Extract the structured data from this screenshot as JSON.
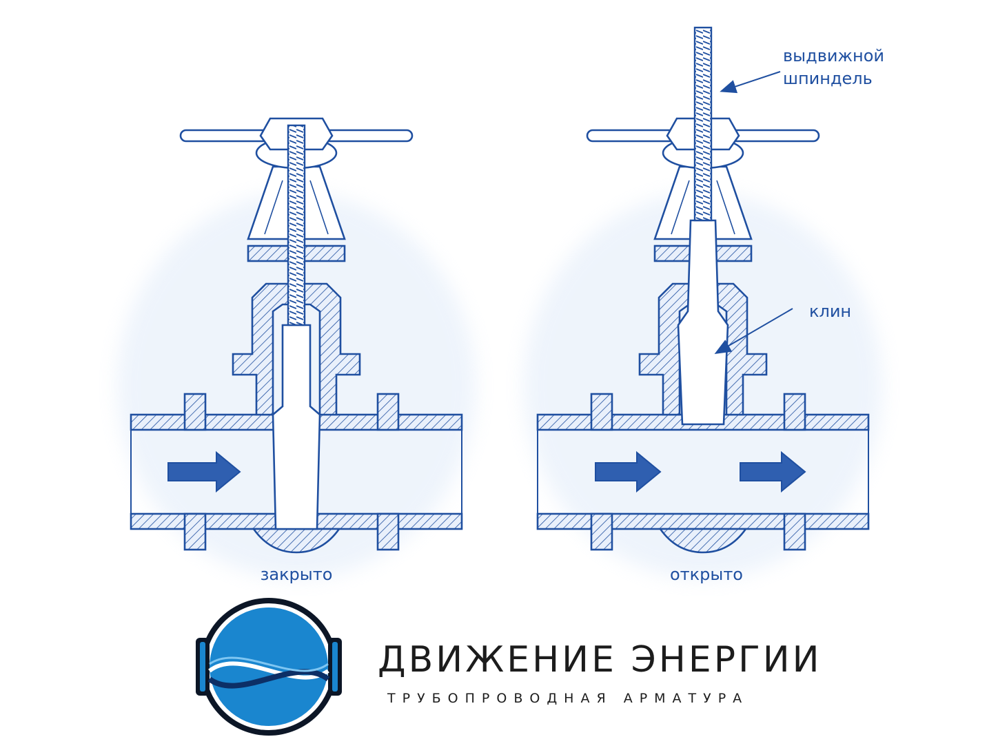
{
  "labels": {
    "closed": "закрыто",
    "open": "открыто",
    "spindle_line1": "выдвижной",
    "spindle_line2": "шпиндель",
    "wedge": "клин"
  },
  "brand": {
    "title": "ДВИЖЕНИЕ ЭНЕРГИИ",
    "subtitle": "ТРУБОПРОВОДНАЯ АРМАТУРА"
  },
  "colors": {
    "ink": "#1f4fa0",
    "logo_fill": "#1a86cf",
    "logo_ring": "#0c1626",
    "text": "#1c1c1c"
  }
}
